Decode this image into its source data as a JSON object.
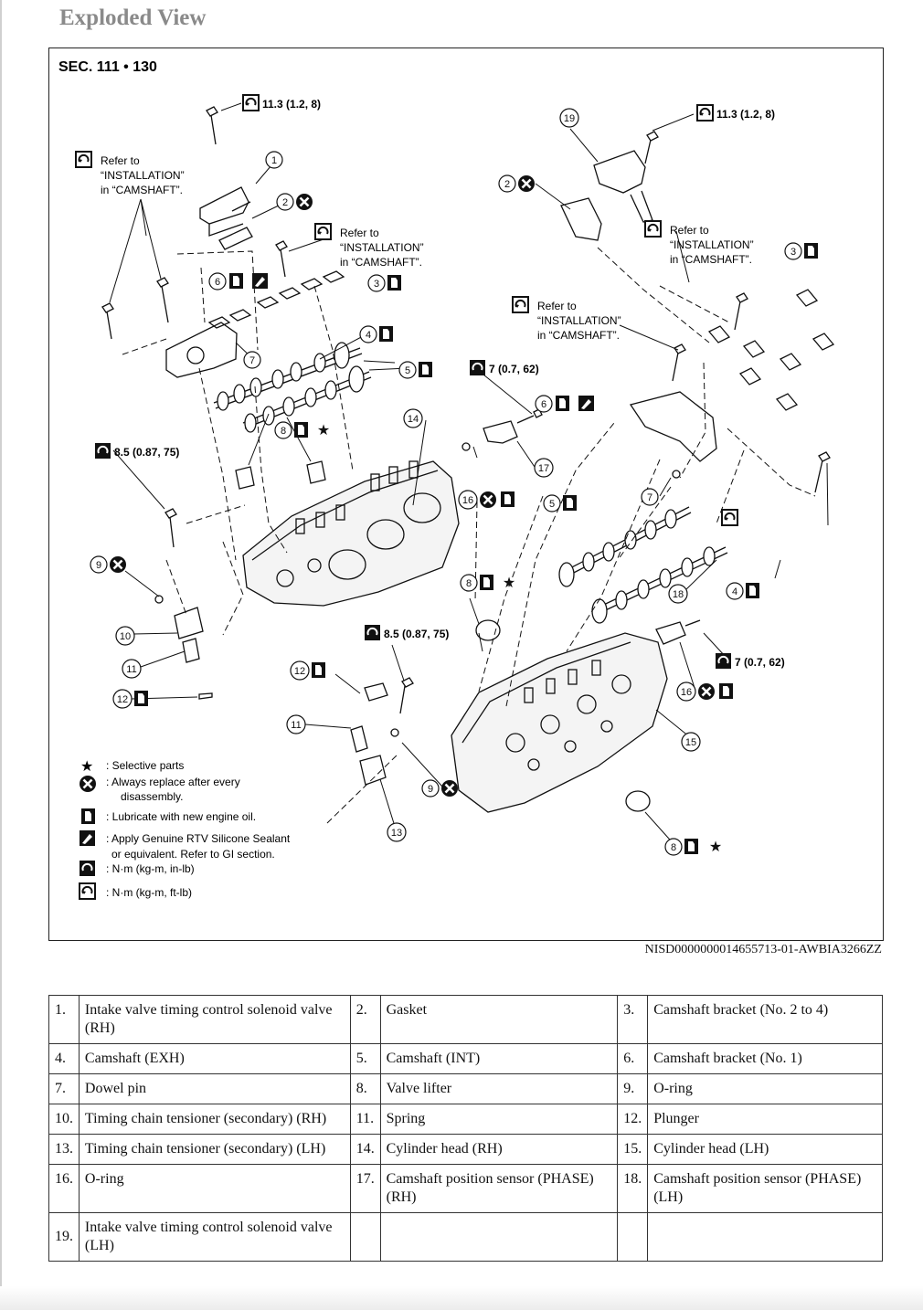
{
  "header": {
    "title": "Exploded View"
  },
  "figure": {
    "section": "SEC. 111 • 130",
    "figure_id": "NISD0000000014655713-01-AWBIA3266ZZ",
    "torques": {
      "t_11_3": "11.3 (1.2, 8)",
      "t_8_5": "8.5 (0.87, 75)",
      "t_7": "7 (0.7, 62)"
    },
    "refer_lines": [
      "Refer to",
      "“INSTALLATION”",
      "in “CAMSHAFT”."
    ],
    "callouts": [
      "1",
      "2",
      "3",
      "4",
      "5",
      "6",
      "7",
      "8",
      "9",
      "10",
      "11",
      "12",
      "13",
      "14",
      "15",
      "16",
      "17",
      "18",
      "19"
    ],
    "legend": [
      {
        "symbol": "star-icon",
        "lines": [
          ": Selective parts"
        ]
      },
      {
        "symbol": "always-replace-icon",
        "lines": [
          ": Always replace after every",
          "disassembly."
        ]
      },
      {
        "symbol": "engine-oil-icon",
        "lines": [
          ": Lubricate with new engine oil."
        ]
      },
      {
        "symbol": "sealant-icon",
        "lines": [
          ": Apply Genuine RTV Silicone Sealant",
          "or equivalent. Refer to GI section."
        ]
      },
      {
        "symbol": "torque-in-lb-icon",
        "lines": [
          ": N·m (kg-m, in-lb)"
        ]
      },
      {
        "symbol": "torque-ft-lb-icon",
        "lines": [
          ": N·m (kg-m, ft-lb)"
        ]
      }
    ]
  },
  "parts_table": {
    "rows": [
      [
        {
          "num": "1.",
          "name": "Intake valve timing control solenoid valve (RH)"
        },
        {
          "num": "2.",
          "name": "Gasket"
        },
        {
          "num": "3.",
          "name": "Camshaft bracket (No. 2 to 4)"
        }
      ],
      [
        {
          "num": "4.",
          "name": "Camshaft (EXH)"
        },
        {
          "num": "5.",
          "name": "Camshaft (INT)"
        },
        {
          "num": "6.",
          "name": "Camshaft bracket (No. 1)"
        }
      ],
      [
        {
          "num": "7.",
          "name": "Dowel pin"
        },
        {
          "num": "8.",
          "name": "Valve lifter"
        },
        {
          "num": "9.",
          "name": "O-ring"
        }
      ],
      [
        {
          "num": "10.",
          "name": "Timing chain tensioner (secondary) (RH)"
        },
        {
          "num": "11.",
          "name": "Spring"
        },
        {
          "num": "12.",
          "name": "Plunger"
        }
      ],
      [
        {
          "num": "13.",
          "name": "Timing chain tensioner (secondary) (LH)"
        },
        {
          "num": "14.",
          "name": "Cylinder head (RH)"
        },
        {
          "num": "15.",
          "name": "Cylinder head (LH)"
        }
      ],
      [
        {
          "num": "16.",
          "name": "O-ring"
        },
        {
          "num": "17.",
          "name": "Camshaft position sensor (PHASE) (RH)"
        },
        {
          "num": "18.",
          "name": "Camshaft position sensor (PHASE) (LH)"
        }
      ],
      [
        {
          "num": "19.",
          "name": "Intake valve timing control solenoid valve (LH)"
        },
        {
          "num": "",
          "name": ""
        },
        {
          "num": "",
          "name": ""
        }
      ]
    ]
  }
}
